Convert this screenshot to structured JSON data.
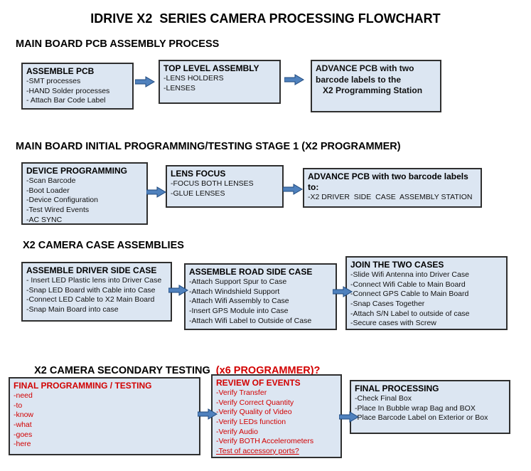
{
  "title": "IDRIVE X2  SERIES CAMERA PROCESSING FLOWCHART",
  "colors": {
    "box_fill": "#dce6f2",
    "box_border": "#2f2f2f",
    "arrow_fill": "#4f81bd",
    "arrow_stroke": "#1f497d",
    "red_text": "#d20000"
  },
  "sections": [
    {
      "heading": "MAIN BOARD PCB ASSEMBLY PROCESS",
      "boxes": [
        {
          "title": "ASSEMBLE PCB",
          "items": [
            "-SMT processes",
            "-HAND Solder processes",
            "- Attach Bar Code Label"
          ]
        },
        {
          "title": "TOP LEVEL ASSEMBLY",
          "items": [
            "-LENS HOLDERS",
            "-LENSES"
          ]
        },
        {
          "lines": [
            "ADVANCE PCB with two",
            "barcode labels to the",
            "X2 Programming Station"
          ]
        }
      ]
    },
    {
      "heading": "MAIN BOARD INITIAL PROGRAMMING/TESTING STAGE 1 (X2 PROGRAMMER)",
      "boxes": [
        {
          "title": "DEVICE PROGRAMMING",
          "items": [
            "-Scan Barcode",
            "-Boot Loader",
            "-Device Configuration",
            "-Test Wired Events",
            "-AC SYNC"
          ]
        },
        {
          "title": "LENS FOCUS",
          "items": [
            "-FOCUS BOTH LENSES",
            "-GLUE LENSES"
          ]
        },
        {
          "title": "ADVANCE PCB with two barcode labels to:",
          "items": [
            "-X2 DRIVER  SIDE  CASE  ASSEMBLY STATION"
          ]
        }
      ]
    },
    {
      "heading": "X2 CAMERA CASE ASSEMBLIES",
      "boxes": [
        {
          "title": "ASSEMBLE DRIVER SIDE CASE",
          "items": [
            "- Insert LED Plastic lens into Driver Case",
            "-Snap LED Board with Cable into Case",
            "-Connect LED Cable to X2 Main Board",
            "-Snap Main Board into case"
          ]
        },
        {
          "title": "ASSEMBLE ROAD SIDE CASE",
          "items": [
            "-Attach Support Spur to Case",
            "-Attach Windshield Support",
            "-Attach Wifi Assembly to Case",
            "-Insert GPS Module into Case",
            "-Attach Wifi Label to Outside of Case"
          ]
        },
        {
          "title": "JOIN THE TWO CASES",
          "items": [
            "-Slide Wifi Antenna into Driver Case",
            "-Connect Wifi Cable to Main Board",
            "-Connect GPS Cable to Main Board",
            "-Snap Cases Together",
            "-Attach S/N Label to outside of case",
            "-Secure cases with Screw"
          ]
        }
      ]
    },
    {
      "heading": "X2 CAMERA SECONDARY TESTING  ",
      "heading_red": "(x6 PROGRAMMER)?",
      "boxes": [
        {
          "title": "FINAL PROGRAMMING / TESTING",
          "items": [
            "-need",
            "-to",
            "-know",
            "-what",
            "-goes",
            "-here"
          ]
        },
        {
          "title": "REVIEW OF EVENTS",
          "items": [
            "-Verify Transfer",
            "-Verify Correct Quantity",
            "-Verify Quality of Video",
            "-Verify LEDs function",
            "-Verify Audio",
            "-Verify BOTH Accelerometers",
            "-Test of accessory ports?"
          ]
        },
        {
          "title": "FINAL PROCESSING",
          "items": [
            "-Check Final Box",
            "-Place In Bubble wrap Bag and BOX",
            "-Place Barcode Label on Exterior or Box"
          ]
        }
      ]
    }
  ]
}
